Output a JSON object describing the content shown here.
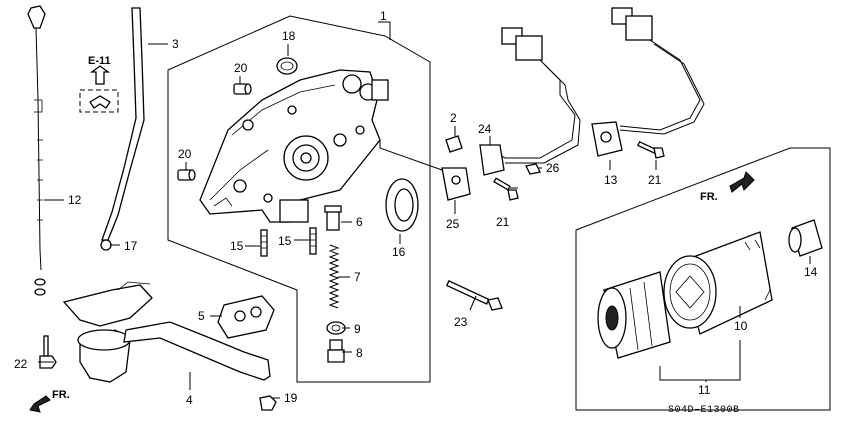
{
  "diagram": {
    "code": "S04D–E1300B",
    "ref_label": "E-11",
    "front_label": "FR.",
    "callouts": [
      "1",
      "2",
      "3",
      "4",
      "5",
      "6",
      "7",
      "8",
      "9",
      "10",
      "11",
      "12",
      "13",
      "14",
      "15",
      "16",
      "17",
      "18",
      "19",
      "20",
      "21",
      "22",
      "23",
      "24",
      "25",
      "26"
    ],
    "parts": [
      {
        "id": "oil-pump",
        "callout": "1"
      },
      {
        "id": "oil-filter",
        "callout": "10"
      },
      {
        "id": "oil-filter-assembly",
        "callout": "11"
      },
      {
        "id": "dipstick",
        "callout": "12"
      },
      {
        "id": "dipstick-pipe",
        "callout": "3"
      },
      {
        "id": "oil-strainer",
        "callout": "4"
      },
      {
        "id": "strainer-gasket",
        "callout": "5"
      },
      {
        "id": "oil-seal",
        "callout": "16"
      },
      {
        "id": "o-ring",
        "callout": "18"
      },
      {
        "id": "dowel-pin-upper",
        "callout": "20"
      },
      {
        "id": "dowel-pin-lower",
        "callout": "20"
      },
      {
        "id": "crank-sensor",
        "callout": "13"
      },
      {
        "id": "cam-sensor",
        "callout": "24"
      },
      {
        "id": "filter-joint",
        "callout": "14"
      }
    ]
  }
}
